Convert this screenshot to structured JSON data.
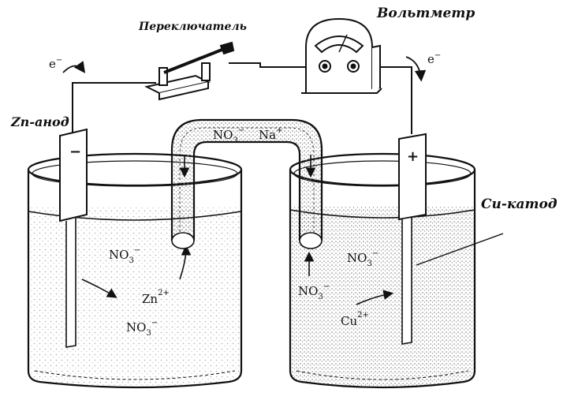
{
  "labels": {
    "voltmeter": "Вольтметр",
    "switch": "Переключатель",
    "anode": "Zn-анод",
    "cathode": "Cu-катод",
    "electron_left": "e",
    "electron_right": "e",
    "electron_charge": "−",
    "anode_sign": "−",
    "cathode_sign": "+"
  },
  "salt_bridge": {
    "anion": "NO",
    "anion_sub": "3",
    "anion_charge": "−",
    "cation": "Na",
    "cation_charge": "+"
  },
  "left_beaker": {
    "ion1": "NO",
    "ion1_sub": "3",
    "ion1_charge": "−",
    "zn_ion": "Zn",
    "zn_charge": "2+",
    "ion2": "NO",
    "ion2_sub": "3",
    "ion2_charge": "−"
  },
  "right_beaker": {
    "no3_top": "NO",
    "no3_top_sub": "3",
    "no3_top_charge": "−",
    "no3_bottom": "NO",
    "no3_bottom_sub": "3",
    "no3_bottom_charge": "−",
    "cu_ion": "Cu",
    "cu_charge": "2+"
  }
}
